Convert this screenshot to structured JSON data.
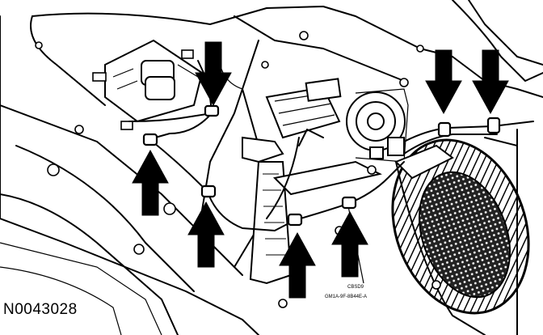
{
  "figure": {
    "id_label": "N0043028",
    "small_label_1": "CBSD9",
    "small_label_2": "GM1A-9F-8B44E-A"
  },
  "callouts": [
    {
      "name": "arrow-top-center",
      "direction": "down"
    },
    {
      "name": "arrow-top-right-1",
      "direction": "down"
    },
    {
      "name": "arrow-top-right-2",
      "direction": "down"
    },
    {
      "name": "arrow-left",
      "direction": "up"
    },
    {
      "name": "arrow-center-left",
      "direction": "up"
    },
    {
      "name": "arrow-center",
      "direction": "up"
    },
    {
      "name": "arrow-center-right",
      "direction": "up"
    }
  ]
}
